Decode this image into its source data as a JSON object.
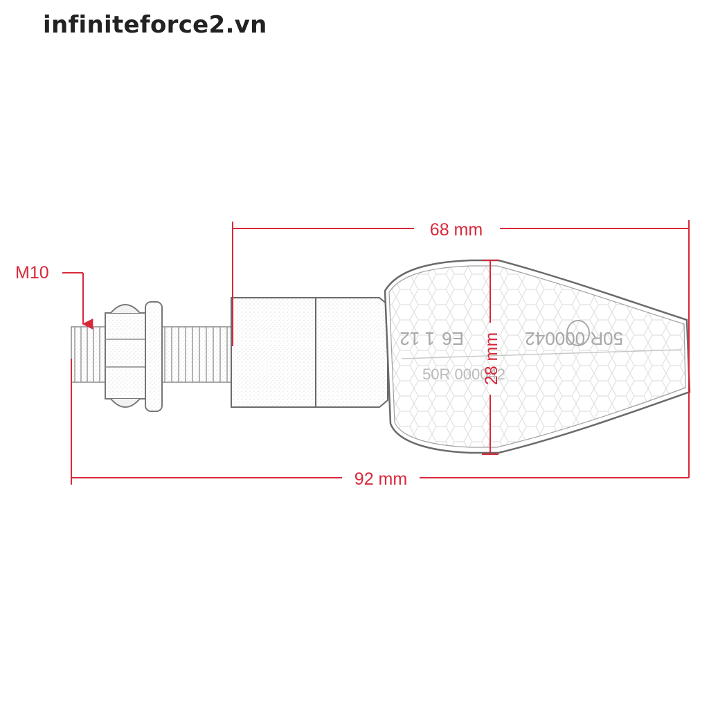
{
  "watermark": "infiniteforce2.vn",
  "dimensions": {
    "thread": "M10",
    "body_length": "68 mm",
    "lens_height": "28 mm",
    "total_length": "92 mm"
  },
  "lens_marks": {
    "line1": "1 12",
    "emark": "E6",
    "line2": "50R 000042",
    "line3": "50R 000042"
  },
  "colors": {
    "dimension": "#d8283a",
    "outline": "#6a6a6a"
  }
}
